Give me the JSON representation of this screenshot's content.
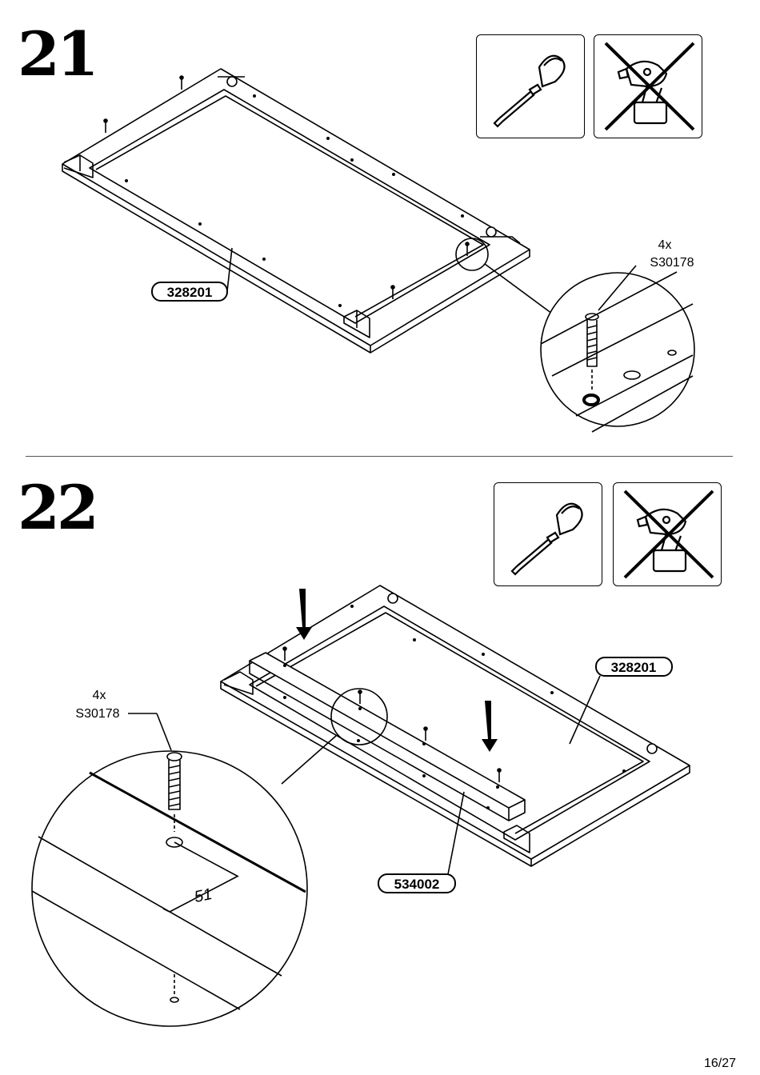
{
  "steps": [
    {
      "number": "21",
      "part_label": "328201",
      "callout_quantity": "4x",
      "callout_code": "S30178",
      "tools": [
        {
          "icon": "screwdriver-icon",
          "allowed": true
        },
        {
          "icon": "power-drill-icon",
          "allowed": false
        }
      ]
    },
    {
      "number": "22",
      "part_label_frame": "328201",
      "part_label_crossbar": "534002",
      "callout_quantity": "4x",
      "callout_code": "S30178",
      "dimension": "51",
      "tools": [
        {
          "icon": "screwdriver-icon",
          "allowed": true
        },
        {
          "icon": "power-drill-icon",
          "allowed": false
        }
      ]
    }
  ],
  "page": "16/27"
}
